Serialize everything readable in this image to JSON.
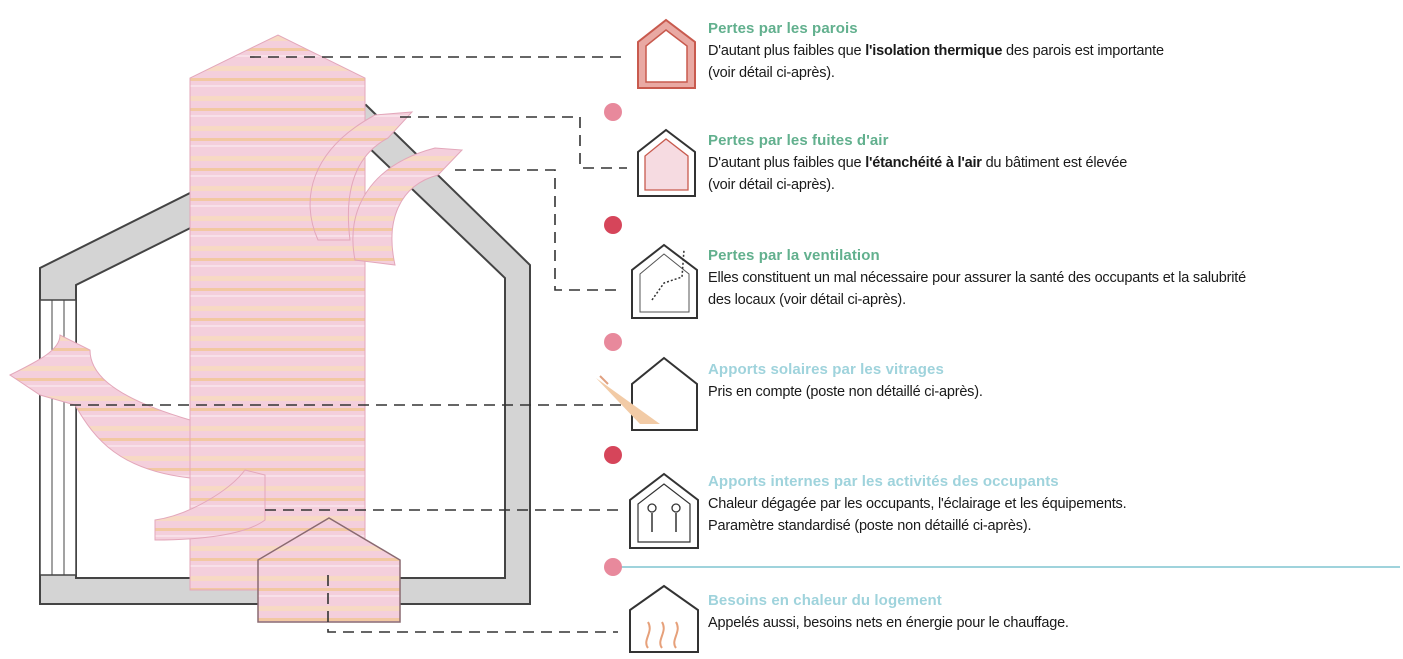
{
  "colors": {
    "heat_flow": "#f4cfdc",
    "heat_stripe": "#f2c8a2",
    "wall": "#d4d4d4",
    "title_green": "#62b08e",
    "title_blue": "#9fd3dc",
    "icon_red": "#c85a4e",
    "dot_pink": "#e8899c",
    "dot_red": "#d6455a"
  },
  "items": [
    {
      "icon": "house-walls-icon",
      "title": "Pertes par les parois",
      "title_color": "green",
      "desc1_pre": "D'autant plus faibles que ",
      "desc1_bold": "l'isolation thermique",
      "desc1_post": " des parois est importante",
      "desc2": "(voir détail ci-après)."
    },
    {
      "icon": "house-air-leak-icon",
      "title": "Pertes par les fuites d'air",
      "title_color": "green",
      "desc1_pre": "D'autant plus faibles que ",
      "desc1_bold": "l'étanchéité à l'air",
      "desc1_post": " du bâtiment est élevée",
      "desc2": "(voir détail ci-après)."
    },
    {
      "icon": "house-ventilation-icon",
      "title": "Pertes par la ventilation",
      "title_color": "green",
      "desc1": "Elles constituent un mal nécessaire pour assurer la santé des occupants et la salubrité",
      "desc2": "des locaux (voir détail ci-après)."
    },
    {
      "icon": "house-solar-icon",
      "title": "Apports solaires par les vitrages",
      "title_color": "blue",
      "desc1": "Pris en compte (poste non détaillé ci-après)."
    },
    {
      "icon": "house-occupants-icon",
      "title": "Apports internes par les activités des occupants",
      "title_color": "blue",
      "desc1": "Chaleur dégagée par les occupants, l'éclairage et les équipements.",
      "desc2": "Paramètre standardisé (poste non détaillé ci-après)."
    },
    {
      "icon": "house-heating-icon",
      "title": "Besoins en chaleur du logement",
      "title_color": "blue",
      "desc1": "Appelés aussi, besoins nets en énergie pour le chauffage."
    }
  ]
}
